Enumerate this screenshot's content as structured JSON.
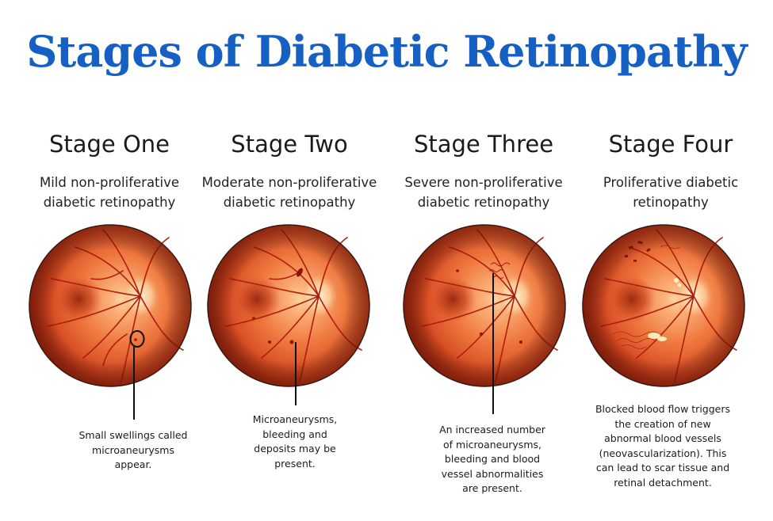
{
  "title": "Stages of Diabetic Retinopathy",
  "colors": {
    "title": "#1660c4",
    "retina_light": "#f7a36a",
    "retina_mid": "#e2552a",
    "retina_dark": "#9b2210",
    "vessel": "#b01c0e"
  },
  "stages": [
    {
      "name": "Stage One",
      "description": [
        "Mild non-proliferative",
        "diabetic retinopathy"
      ],
      "note": [
        "Small swellings called",
        "microaneurysms",
        "appear."
      ]
    },
    {
      "name": "Stage Two",
      "description": [
        "Moderate non-proliferative",
        "diabetic retinopathy"
      ],
      "note": [
        "Microaneurysms,",
        "bleeding and",
        "deposits may be",
        "present."
      ]
    },
    {
      "name": "Stage Three",
      "description": [
        "Severe non-proliferative",
        "diabetic retinopathy"
      ],
      "note": [
        "An increased number",
        "of microaneurysms,",
        "bleeding and blood",
        "vessel abnormalities",
        "are present."
      ]
    },
    {
      "name": "Stage Four",
      "description": [
        "Proliferative diabetic",
        "retinopathy"
      ],
      "note": [
        "Blocked blood flow triggers",
        "the creation of new",
        "abnormal blood vessels",
        "(neovascularization). This",
        "can lead to scar tissue and",
        "retinal detachment."
      ]
    }
  ]
}
